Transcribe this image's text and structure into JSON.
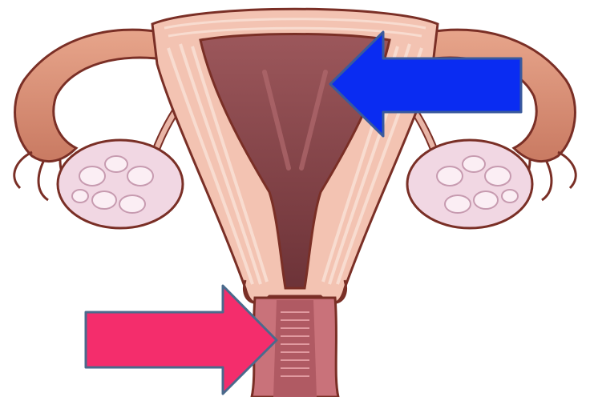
{
  "illustration": {
    "subject": "uterus-anatomy",
    "palette": {
      "background": "#ffffff",
      "outline": "#7a2f26",
      "tissue_light": "#f3c3b2",
      "tissue_mid": "#e8a08e",
      "tissue_stripe": "#f8dcd0",
      "cavity": "#8c4a4e",
      "cavity_dark": "#6d3338",
      "tube": "#d98c72",
      "ovary": "#f1d7e3",
      "ovary_lobe": "#fbeef4",
      "vagina": "#c9727a"
    }
  },
  "annotations": {
    "blue_arrow": {
      "color": "#0a2cf2",
      "border": "#3a5a9c",
      "points": "left"
    },
    "pink_arrow": {
      "color": "#f42d6c",
      "border": "#4a6a8c",
      "points": "right"
    }
  }
}
